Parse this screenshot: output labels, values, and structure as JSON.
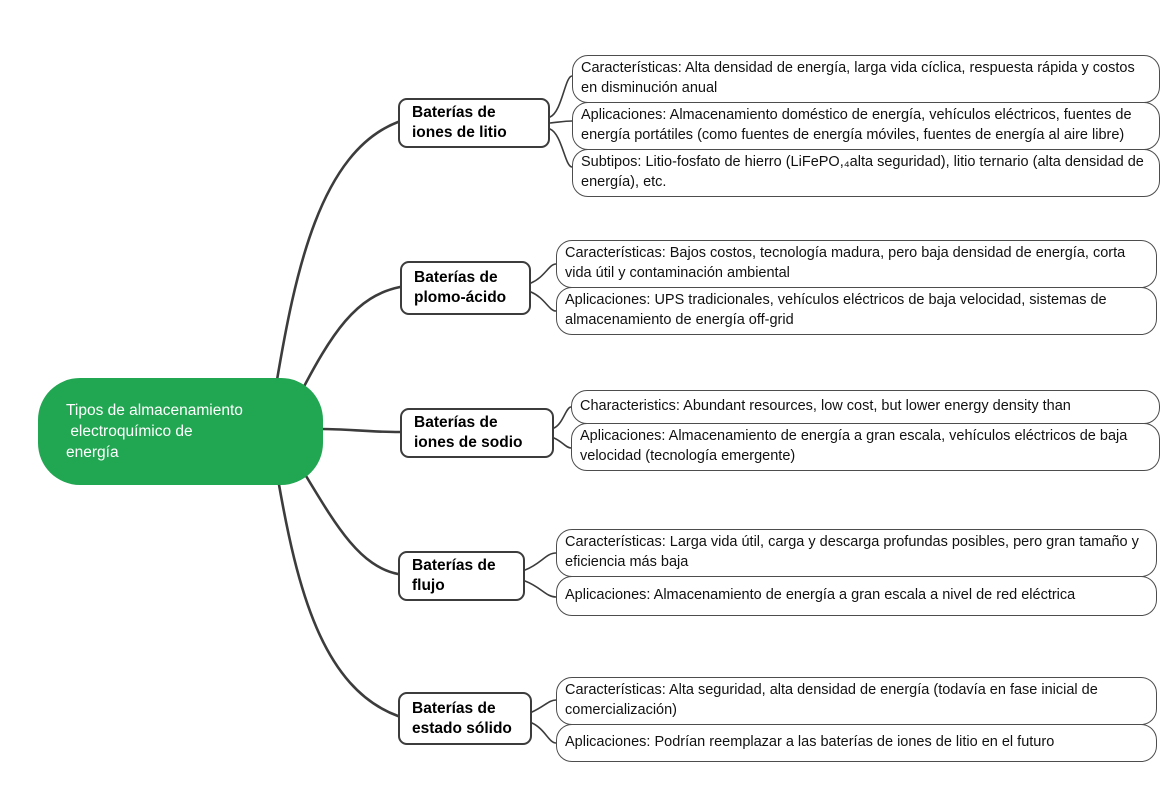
{
  "root": {
    "label": "Tipos de almacenamiento\n electroquímico de\nenergía"
  },
  "branches": [
    {
      "label": "Baterías de\niones de litio",
      "leaves": [
        "Características: Alta densidad de energía, larga vida cíclica, respuesta rápida y costos en disminución anual",
        "Aplicaciones: Almacenamiento doméstico de energía, vehículos eléctricos, fuentes de energía portátiles (como fuentes de energía móviles, fuentes de energía al aire libre)",
        "Subtipos: Litio-fosfato de hierro (LiFePO,₄alta seguridad), litio ternario (alta densidad de energía), etc."
      ]
    },
    {
      "label": "Baterías de\nplomo-ácido",
      "leaves": [
        "Características: Bajos costos, tecnología madura, pero baja densidad de energía, corta vida útil y contaminación ambiental",
        "Aplicaciones: UPS tradicionales, vehículos eléctricos de baja velocidad, sistemas de almacenamiento de energía off-grid"
      ]
    },
    {
      "label": "Baterías de\niones de sodio",
      "leaves": [
        "Characteristics: Abundant resources, low cost, but lower energy density than",
        "Aplicaciones: Almacenamiento de energía a gran escala, vehículos eléctricos de baja velocidad (tecnología emergente)"
      ]
    },
    {
      "label": "Baterías de\nflujo",
      "leaves": [
        "Características: Larga vida útil, carga y descarga profundas posibles, pero gran tamaño y eficiencia más baja",
        "Aplicaciones: Almacenamiento de energía a gran escala a nivel de red eléctrica"
      ]
    },
    {
      "label": "Baterías de\nestado sólido",
      "leaves": [
        "Características: Alta seguridad, alta densidad de energía (todavía en fase inicial de comercialización)",
        "Aplicaciones: Podrían reemplazar a las baterías de iones de litio en el futuro"
      ]
    }
  ],
  "colors": {
    "root_bg": "#21a652",
    "root_text": "#ffffff",
    "connector": "#3c3c3c",
    "node_border": "#3c3c3c",
    "leaf_border": "#4d4d4d"
  }
}
